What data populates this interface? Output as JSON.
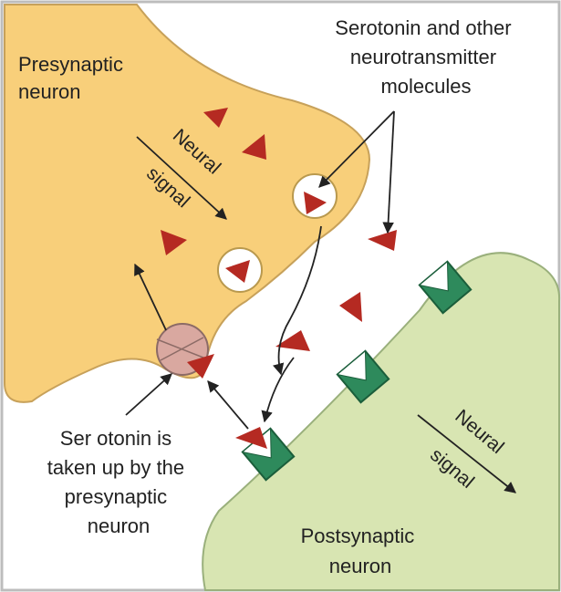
{
  "labels": {
    "presynaptic": [
      "Presynaptic",
      "neuron"
    ],
    "serotonin": [
      "Serotonin and other",
      "neurotransmitter",
      "molecules"
    ],
    "neural_signal_pre": [
      "Neural",
      "signal"
    ],
    "neural_signal_post": [
      "Neural",
      "signal"
    ],
    "reuptake": [
      "Ser otonin is",
      "taken up by the",
      "presynaptic",
      "neuron"
    ],
    "postsynaptic": [
      "Postsynaptic",
      "neuron"
    ]
  },
  "colors": {
    "presynaptic_fill": "#f8cf7a",
    "postsynaptic_fill": "#d8e5b2",
    "molecule": "#b52a22",
    "receptor": "#2e8a5c",
    "transporter": "#d9a8a0",
    "background": "#ffffff",
    "frame": "#bdbdbd"
  },
  "icons": {
    "molecule": "red-triangle",
    "receptor": "green-square",
    "transporter": "pink-circle"
  }
}
